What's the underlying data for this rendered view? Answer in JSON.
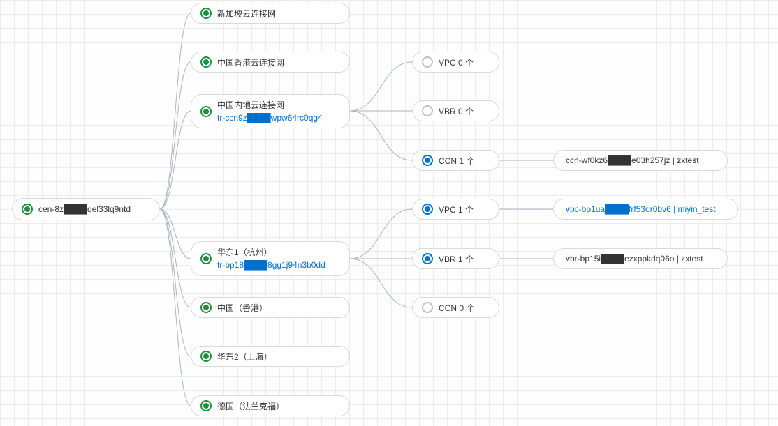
{
  "root": {
    "label": "cen-8z████qel33lq9ntd",
    "state": "active"
  },
  "regions": [
    {
      "label": "新加坡云连接网",
      "sub": "",
      "state": "active"
    },
    {
      "label": "中国香港云连接网",
      "sub": "",
      "state": "active"
    },
    {
      "label": "中国内地云连接网",
      "sub": "tr-ccn9z████wpw64rc0qg4",
      "state": "active"
    },
    {
      "label": "华东1（杭州）",
      "sub": "tr-bp18████8gg1j94n3b0dd",
      "state": "active"
    },
    {
      "label": "中国（香港）",
      "sub": "",
      "state": "active"
    },
    {
      "label": "华东2（上海）",
      "sub": "",
      "state": "active"
    },
    {
      "label": "德国（法兰克福）",
      "sub": "",
      "state": "active"
    }
  ],
  "types": [
    {
      "label": "VPC 0 个",
      "state": "empty"
    },
    {
      "label": "VBR 0 个",
      "state": "empty"
    },
    {
      "label": "CCN 1 个",
      "state": "selected"
    },
    {
      "label": "VPC 1 个",
      "state": "selected"
    },
    {
      "label": "VBR 1 个",
      "state": "selected"
    },
    {
      "label": "CCN 0 个",
      "state": "empty"
    }
  ],
  "instances": [
    {
      "label": "ccn-wf0kz6████e03h257jz | zxtest",
      "link": false
    },
    {
      "label": "vpc-bp1ua████frf53or0bv6 | miyin_test",
      "link": true
    },
    {
      "label": "vbr-bp15i████ezxppkdq06o | zxtest",
      "link": false
    }
  ],
  "colors": {
    "active": "#1e8e3e",
    "selected": "#0070cc",
    "empty": "#bfbfbf",
    "link_text": "#0070cc",
    "connector": "#a9b4c2",
    "grid": "#ececec"
  }
}
